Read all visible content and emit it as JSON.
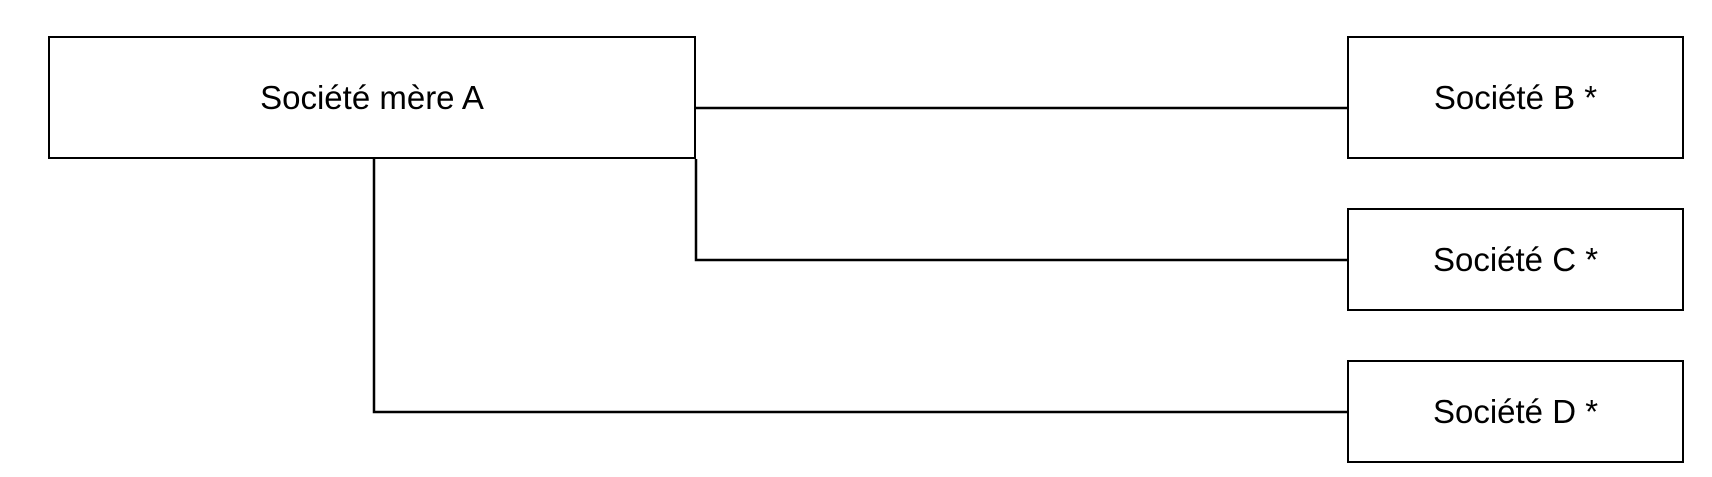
{
  "diagram": {
    "parent": {
      "label": "Société mère A"
    },
    "children": [
      {
        "label": "Société B *"
      },
      {
        "label": "Société C *"
      },
      {
        "label": "Société D *"
      }
    ],
    "colors": {
      "line": "#000000",
      "box_border": "#000000",
      "background": "#ffffff"
    }
  }
}
